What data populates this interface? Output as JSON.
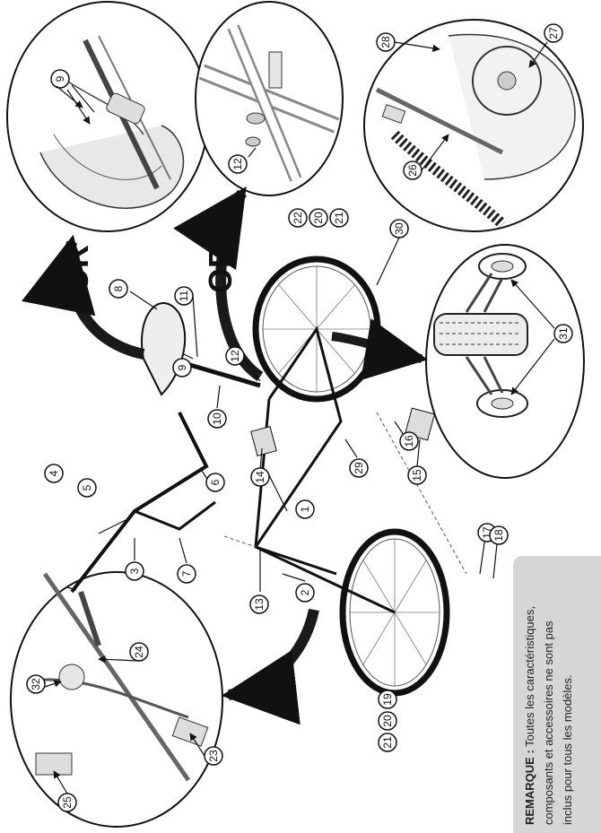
{
  "or_labels": [
    "OR",
    "OR"
  ],
  "callouts": [
    "1",
    "2",
    "3",
    "4",
    "5",
    "6",
    "7",
    "8",
    "9",
    "9",
    "10",
    "11",
    "12",
    "12",
    "13",
    "14",
    "15",
    "16",
    "17",
    "18",
    "19",
    "20",
    "21",
    "22",
    "20",
    "21",
    "23",
    "24",
    "25",
    "26",
    "27",
    "28",
    "29",
    "30",
    "31",
    "32"
  ],
  "remarque": {
    "label": "REMARQUE :",
    "line1": " Toutes les caractéristiques,",
    "line2": "composants et accessoires ne sont pas",
    "line3": "inclus pour tous les modèles."
  },
  "colors": {
    "line": "#111111",
    "arrow": "#1a1a1a",
    "note_bg": "#d6d6d6"
  }
}
